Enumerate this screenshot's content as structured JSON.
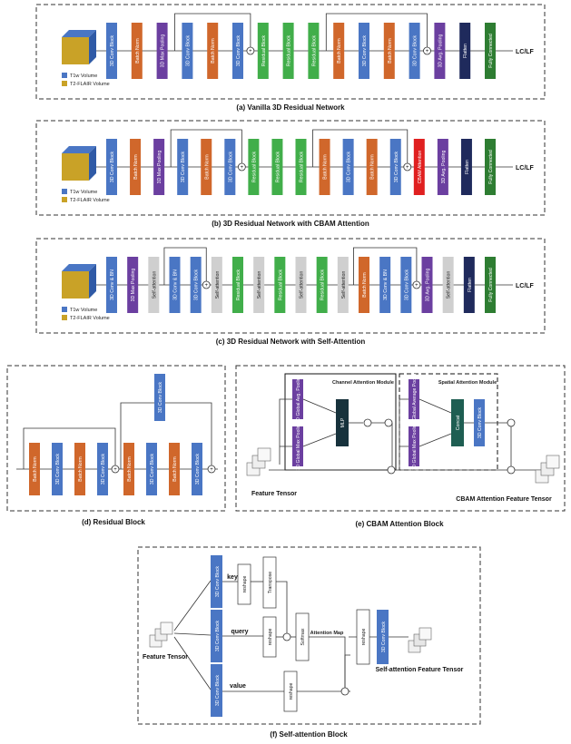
{
  "colors": {
    "conv": "#4a76c4",
    "norm": "#d0672b",
    "pool": "#6b3fa0",
    "residual": "#41ae4a",
    "attn": "#cfcfcf",
    "cbam": "#e02020",
    "flatten": "#1f2a5c",
    "fc": "#2e7d32",
    "mlp": "#17323c",
    "concat": "#1e5e52",
    "t1w": "#4a76c4",
    "flair": "#c9a227"
  },
  "legend": {
    "t1w": "T1w Volume",
    "flair": "T2-FLAIR Volume"
  },
  "output_label": "LC/LF",
  "plus_symbol": "+",
  "panel_a": {
    "caption": "(a) Vanilla 3D Residual Network",
    "blocks": [
      {
        "label": "3D Conv Block",
        "kind": "conv"
      },
      {
        "label": "Batch Norm",
        "kind": "norm"
      },
      {
        "label": "3D Max Pooling",
        "kind": "pool"
      },
      {
        "label": "3D Conv Block",
        "kind": "conv"
      },
      {
        "label": "Batch Norm",
        "kind": "norm"
      },
      {
        "label": "3D Conv Block",
        "kind": "conv"
      },
      {
        "label": "Residual Block",
        "kind": "residual"
      },
      {
        "label": "Residual Block",
        "kind": "residual"
      },
      {
        "label": "Residual Block",
        "kind": "residual"
      },
      {
        "label": "Batch Norm",
        "kind": "norm"
      },
      {
        "label": "3D Conv Block",
        "kind": "conv"
      },
      {
        "label": "Batch Norm",
        "kind": "norm"
      },
      {
        "label": "3D Conv Block",
        "kind": "conv"
      },
      {
        "label": "3D Avg. Pooling",
        "kind": "pool"
      },
      {
        "label": "Flatten",
        "kind": "flatten"
      },
      {
        "label": "Fully Connected",
        "kind": "fc"
      }
    ]
  },
  "panel_b": {
    "caption": "(b) 3D Residual Network with CBAM Attention",
    "blocks": [
      {
        "label": "3D Conv Block",
        "kind": "conv"
      },
      {
        "label": "Batch Norm",
        "kind": "norm"
      },
      {
        "label": "3D Max Pooling",
        "kind": "pool"
      },
      {
        "label": "3D Conv Block",
        "kind": "conv"
      },
      {
        "label": "Batch Norm",
        "kind": "norm"
      },
      {
        "label": "3D Conv Block",
        "kind": "conv"
      },
      {
        "label": "Residual Block",
        "kind": "residual"
      },
      {
        "label": "Residual Block",
        "kind": "residual"
      },
      {
        "label": "Residual Block",
        "kind": "residual"
      },
      {
        "label": "Batch Norm",
        "kind": "norm"
      },
      {
        "label": "3D Conv Block",
        "kind": "conv"
      },
      {
        "label": "Batch Norm",
        "kind": "norm"
      },
      {
        "label": "3D Conv Block",
        "kind": "conv"
      },
      {
        "label": "CBAM Attention",
        "kind": "cbam"
      },
      {
        "label": "3D Avg. Pooling",
        "kind": "pool"
      },
      {
        "label": "Flatten",
        "kind": "flatten"
      },
      {
        "label": "Fully Connected",
        "kind": "fc"
      }
    ]
  },
  "panel_c": {
    "caption": "(c) 3D Residual Network with Self-Attention",
    "blocks": [
      {
        "label": "3D Conv & BN",
        "kind": "conv"
      },
      {
        "label": "3D Max Pooling",
        "kind": "pool"
      },
      {
        "label": "Self-attention",
        "kind": "attn"
      },
      {
        "label": "3D Conv & BN",
        "kind": "conv"
      },
      {
        "label": "3D Conv Block",
        "kind": "conv"
      },
      {
        "label": "Self-attention",
        "kind": "attn"
      },
      {
        "label": "Residual Block",
        "kind": "residual"
      },
      {
        "label": "Self-attention",
        "kind": "attn"
      },
      {
        "label": "Residual Block",
        "kind": "residual"
      },
      {
        "label": "Self-attention",
        "kind": "attn"
      },
      {
        "label": "Residual Block",
        "kind": "residual"
      },
      {
        "label": "Self-attention",
        "kind": "attn"
      },
      {
        "label": "Batch Norm",
        "kind": "norm"
      },
      {
        "label": "3D Conv & BN",
        "kind": "conv"
      },
      {
        "label": "3D Conv Block",
        "kind": "conv"
      },
      {
        "label": "3D Avg. Pooling",
        "kind": "pool"
      },
      {
        "label": "Self-attention",
        "kind": "attn"
      },
      {
        "label": "Flatten",
        "kind": "flatten"
      },
      {
        "label": "Fully Connected",
        "kind": "fc"
      }
    ]
  },
  "panel_d": {
    "caption": "(d) Residual Block",
    "top_block": "3D Conv Block",
    "row": [
      "Batch Norm",
      "3D Conv Block",
      "Batch Norm",
      "3D Conv Block",
      "Batch Norm",
      "3D Conv Block",
      "Batch Norm",
      "3D Conv Block"
    ]
  },
  "panel_e": {
    "caption": "(e) CBAM Attention Block",
    "channel_title": "Channel Attention Module",
    "spatial_title": "Spatial Attention Module",
    "global_avg": "3D Global Avg. Pooling",
    "global_max": "3D Global Max Pooling",
    "mlp": "MLP",
    "s_avg": "3D Global Average Pooling",
    "s_max": "3D Global Max Pooling",
    "concat": "Concat",
    "conv": "3D Conv Block",
    "feature_tensor": "Feature Tensor",
    "output": "CBAM Attention Feature Tensor"
  },
  "panel_f": {
    "caption": "(f) Self-attention Block",
    "feature_tensor": "Feature Tensor",
    "conv": "3D Conv Block",
    "key": "key",
    "query": "query",
    "value": "value",
    "reshape": "reshape",
    "transpose": "Transpose",
    "softmax": "Softmax",
    "attention_map": "Attention Map",
    "output": "Self-attention Feature Tensor"
  }
}
